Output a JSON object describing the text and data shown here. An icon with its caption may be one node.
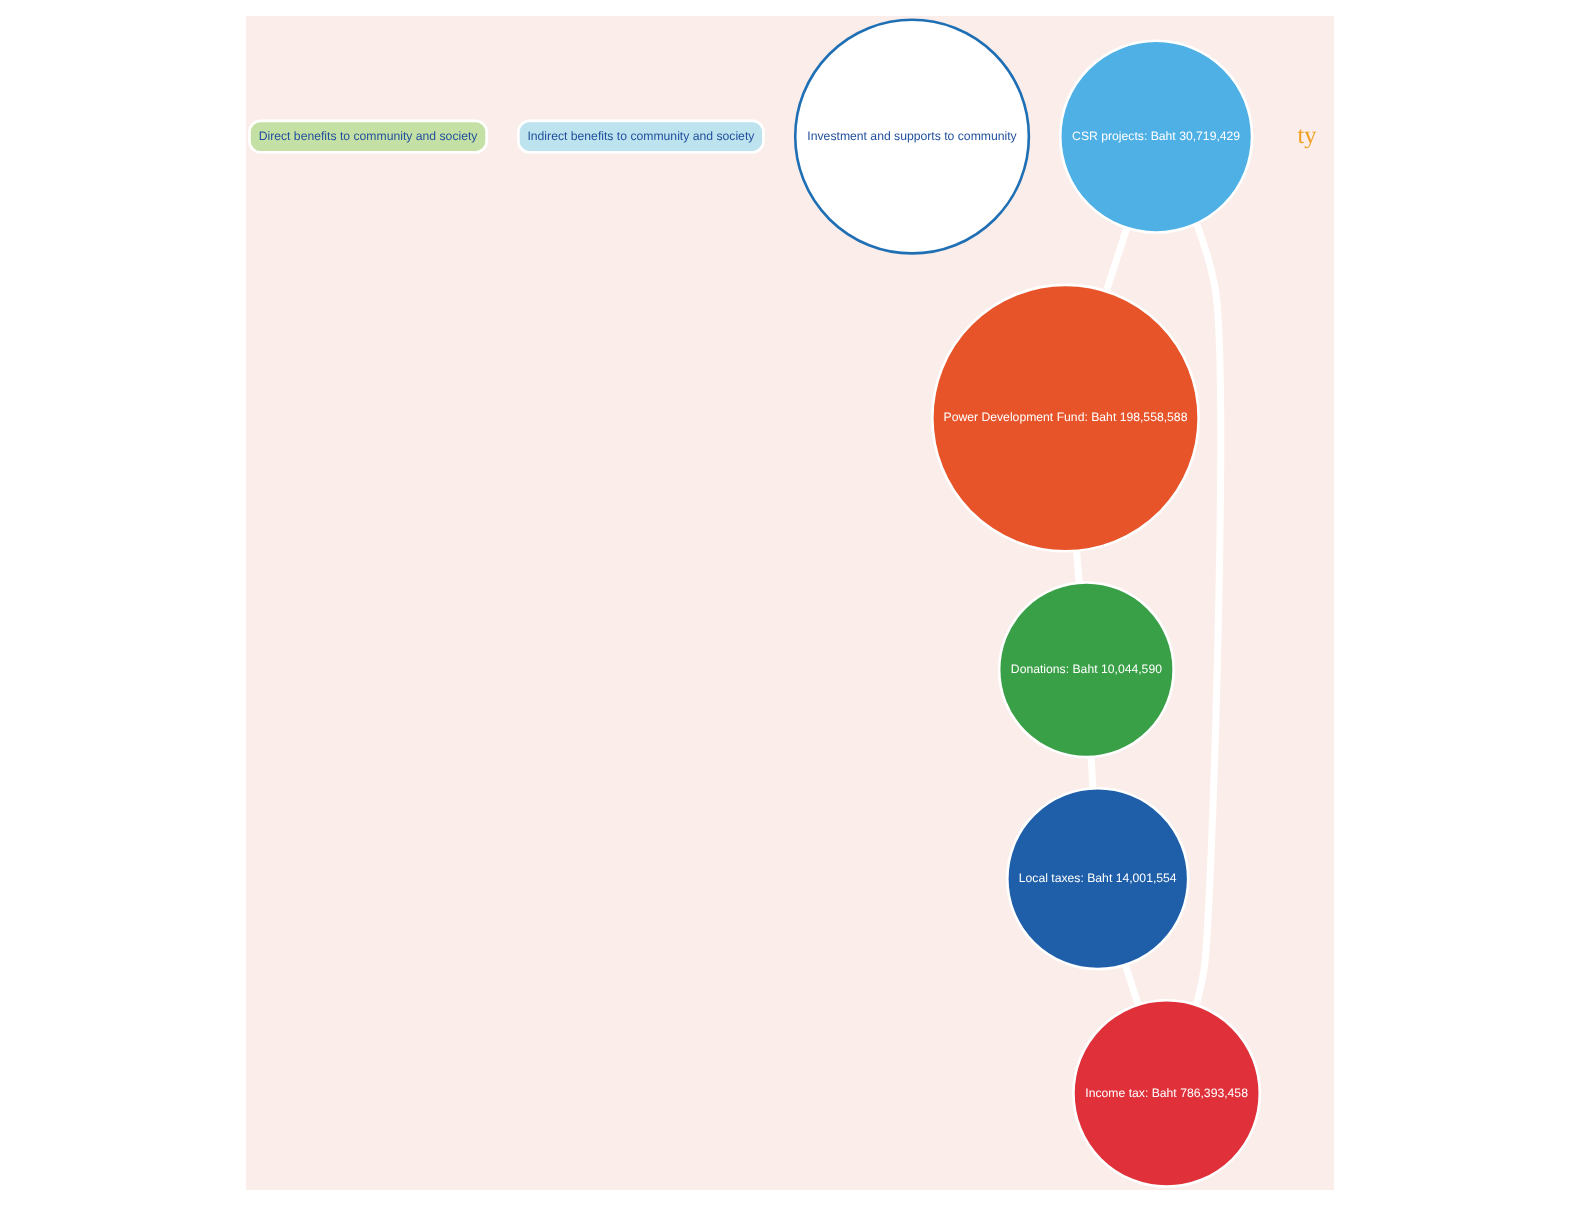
{
  "diagram": {
    "nodes": [
      {
        "text": [
          "Direct benefits to community and society"
        ]
      },
      {
        "text": [
          "Indirect benefits to community and society"
        ]
      },
      {
        "text": [
          "Investment and supports to community"
        ]
      },
      {
        "text": [
          "CSR projects: Baht 30,719,429"
        ]
      },
      {
        "text": [
          "Power Development Fund: Baht 198,558,588"
        ]
      },
      {
        "text": [
          "Donations: Baht 10,044,590"
        ]
      },
      {
        "text": [
          "Local taxes: Baht 14,001,554"
        ]
      },
      {
        "text": [
          "Income tax: Baht 786,393,458"
        ]
      }
    ],
    "edges": [
      {
        "from": 3,
        "to": 4,
        "arrow": "none",
        "color": "#ffffff"
      },
      {
        "from": 4,
        "to": 5,
        "arrow": "none",
        "color": "#ffffff"
      },
      {
        "from": 5,
        "to": 6,
        "arrow": "none",
        "color": "#ffffff"
      },
      {
        "from": 6,
        "to": 7,
        "arrow": "none",
        "color": "#ffffff"
      },
      {
        "from": 7,
        "to": 3,
        "arrow": "none",
        "color": "#ffffff"
      }
    ],
    "labels": [
      "ty"
    ]
  }
}
